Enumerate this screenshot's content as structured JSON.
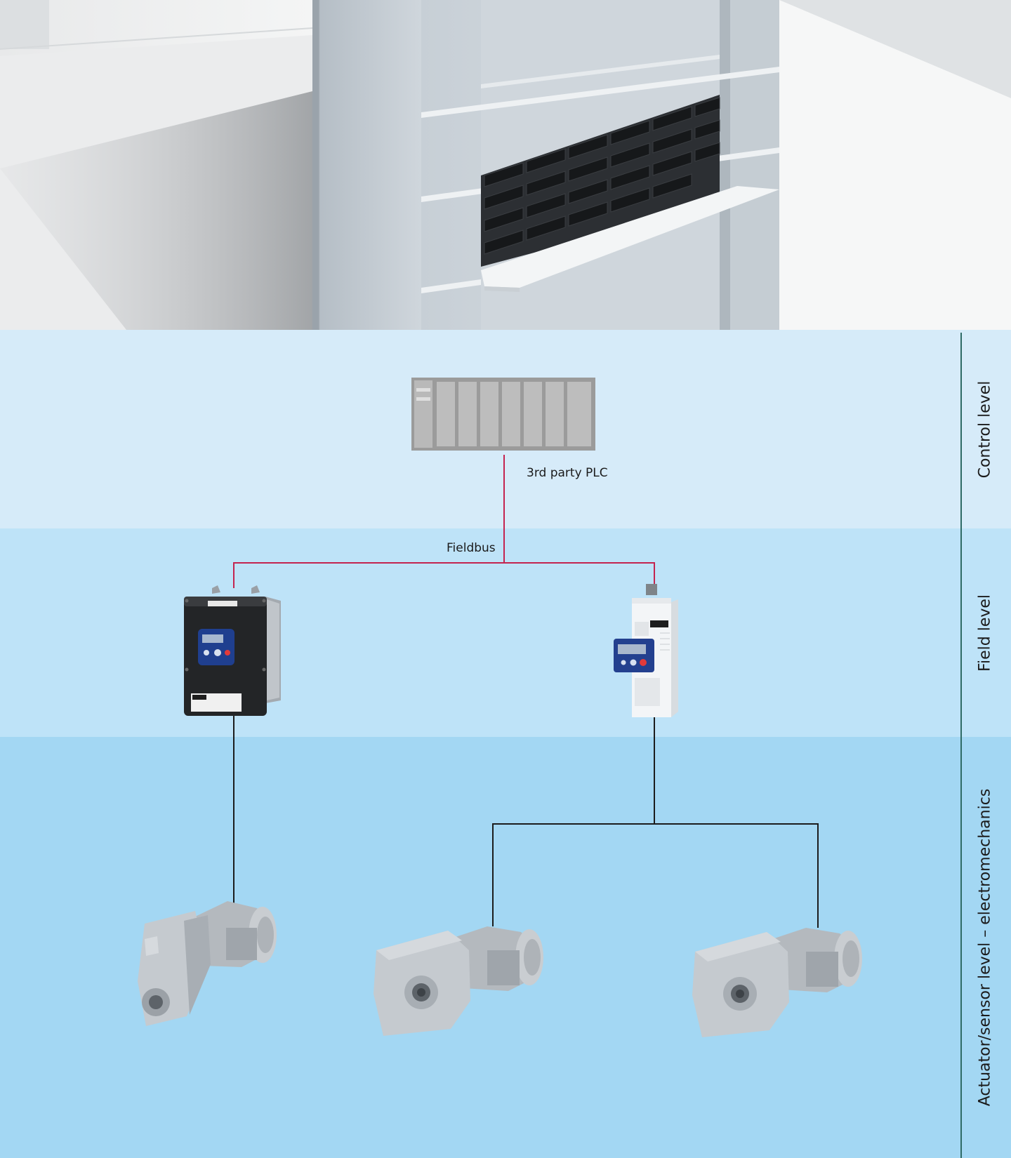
{
  "diagram": {
    "levels": [
      {
        "id": "control",
        "label": "Control level"
      },
      {
        "id": "field",
        "label": "Field level"
      },
      {
        "id": "actuator",
        "label": "Actuator/sensor level – electromechanics"
      }
    ],
    "nodes": {
      "plc": {
        "label": "3rd party PLC"
      },
      "fieldbus": {
        "label": "Fieldbus"
      }
    },
    "colors": {
      "fieldbus_line": "#c4244f",
      "motor_line": "#1c1c1c",
      "band_control": "#d6ebf9",
      "band_field": "#bee3f8",
      "band_actuator": "#a3d7f3"
    },
    "icons": [
      "storage-lift-scene",
      "plc-rack-icon",
      "inverter-i500-protec-icon",
      "inverter-i500-cabinet-icon",
      "shaft-mounted-gearmotor-icon",
      "bevel-gearmotor-icon"
    ]
  }
}
